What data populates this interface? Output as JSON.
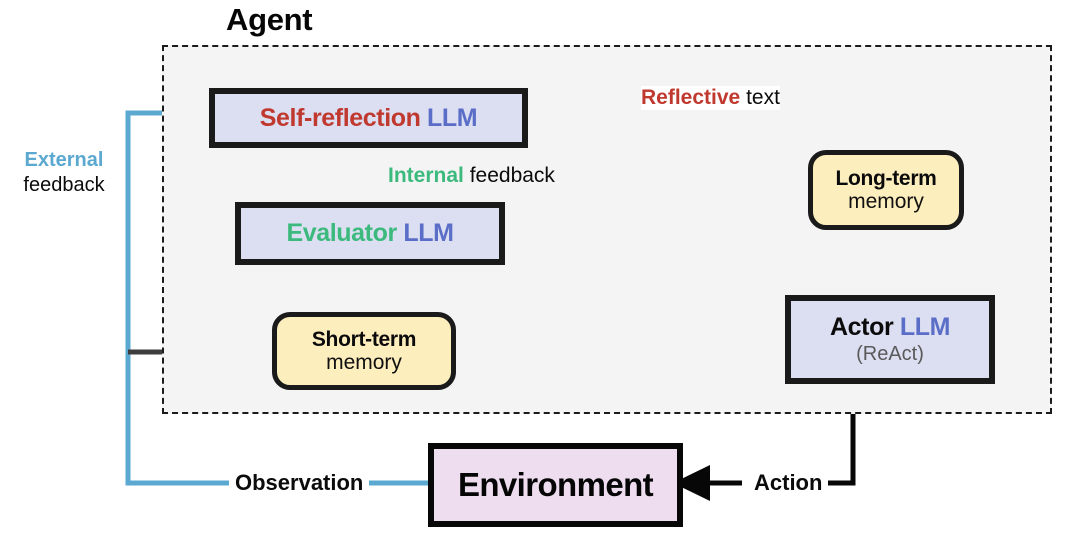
{
  "diagram": {
    "title": "Agent",
    "region_label": "Agent"
  },
  "nodes": {
    "self_reflection": {
      "name": "Self-reflection",
      "suffix": "LLM"
    },
    "evaluator": {
      "name": "Evaluator",
      "suffix": "LLM"
    },
    "actor": {
      "name": "Actor",
      "suffix": "LLM",
      "subtitle": "(ReAct)"
    },
    "short_term_memory": {
      "line1": "Short-term",
      "line2": "memory"
    },
    "long_term_memory": {
      "line1": "Long-term",
      "line2": "memory"
    },
    "environment": {
      "name": "Environment"
    }
  },
  "edges": {
    "external_feedback": {
      "word1": "External",
      "word2": "feedback"
    },
    "internal_feedback": {
      "word1": "Internal",
      "word2": "feedback"
    },
    "reflective_text": {
      "word1": "Reflective",
      "word2": "text"
    },
    "observation": {
      "label": "Observation"
    },
    "action": {
      "label": "Action"
    }
  },
  "colors": {
    "reflection_red": "#c0392f",
    "llm_blue": "#5b6ec7",
    "evaluator_green": "#3cba7d",
    "external_blue": "#5ba8d0",
    "arrow_dark": "#3d3d3d",
    "memory_fill": "#fdeebd",
    "llm_fill": "#dcdef2",
    "environment_fill": "#eeddef",
    "agent_region_fill": "#f4f4f4"
  }
}
